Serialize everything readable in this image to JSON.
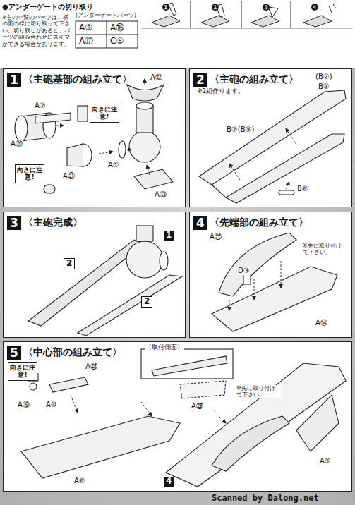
{
  "diagram": {
    "nodes": [
      {
        "text": [
          "●アンダーゲートの切り取り",
          "※右の一覧のパーツは、横の図の様に切り取って下さい。切り残しがあると、パーツの組み合わせにスキマができる場合があります。"
        ]
      },
      {
        "text": [
          "1",
          "〈主砲基部の組み立て〉"
        ]
      },
      {
        "text": [
          "向きに注意!"
        ],
        "in": 1
      },
      {
        "text": [
          "向きに注意!"
        ],
        "in": 1
      },
      {
        "text": [
          "2",
          "〈主砲の組み立て〉"
        ]
      },
      {
        "text": [
          "3",
          "〈主砲完成〉"
        ]
      },
      {
        "text": [
          "4",
          "〈先端部の組み立て〉"
        ]
      },
      {
        "text": [
          "5",
          "〈中心部の組み立て〉"
        ]
      },
      {
        "text": [
          "向きに注意!"
        ],
        "in": 7
      }
    ],
    "edges": [],
    "labels": [
      "(アンダーゲートパーツ)",
      "A⑨",
      "A⑯",
      "A⑰",
      "C⑤",
      "❶",
      "❷",
      "❸",
      "❹",
      "A⑫",
      "A②",
      "A①",
      "A⑳",
      "A㉑",
      "A⑬",
      "※2組作ります。",
      "(B②)",
      "B①",
      "B⑦(B⑧)",
      "B⑥",
      "1",
      "2",
      "2",
      "A㉒",
      "D③",
      "※先に取り付けて下さい。",
      "A⑭",
      "A㉕",
      "A⑲",
      "A⑩",
      "A⑥",
      "〈取付側面〉",
      "A㉖",
      "※先に取り付けて下さい。",
      "4",
      "A⑤",
      "Scanned by Dalong.net"
    ]
  }
}
